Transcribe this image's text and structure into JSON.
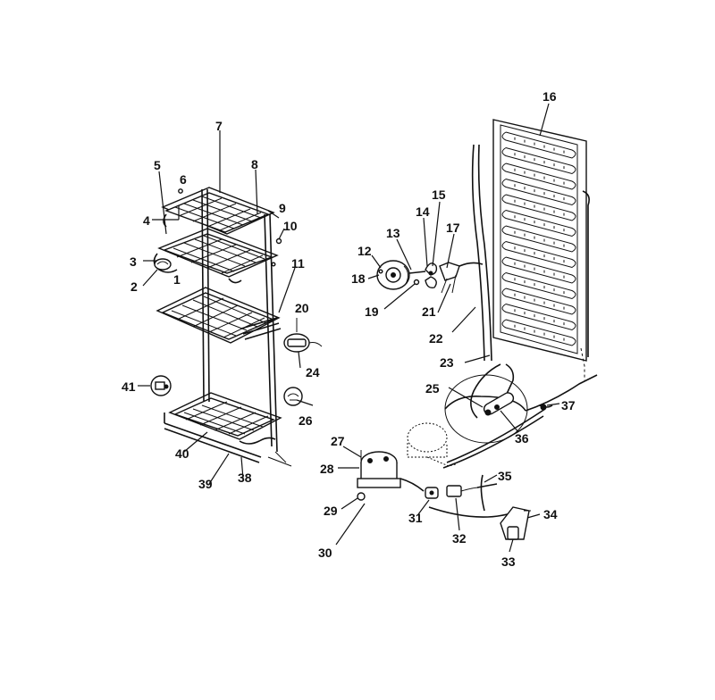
{
  "diagram": {
    "callouts": [
      "1",
      "2",
      "3",
      "4",
      "5",
      "6",
      "7",
      "8",
      "9",
      "10",
      "11",
      "14",
      "13",
      "12",
      "15",
      "17",
      "18",
      "19",
      "20",
      "21",
      "22",
      "23",
      "24",
      "25",
      "26",
      "27",
      "28",
      "29",
      "30",
      "31",
      "32",
      "33",
      "34",
      "35",
      "36",
      "37",
      "38",
      "39",
      "40",
      "41",
      "16"
    ]
  }
}
